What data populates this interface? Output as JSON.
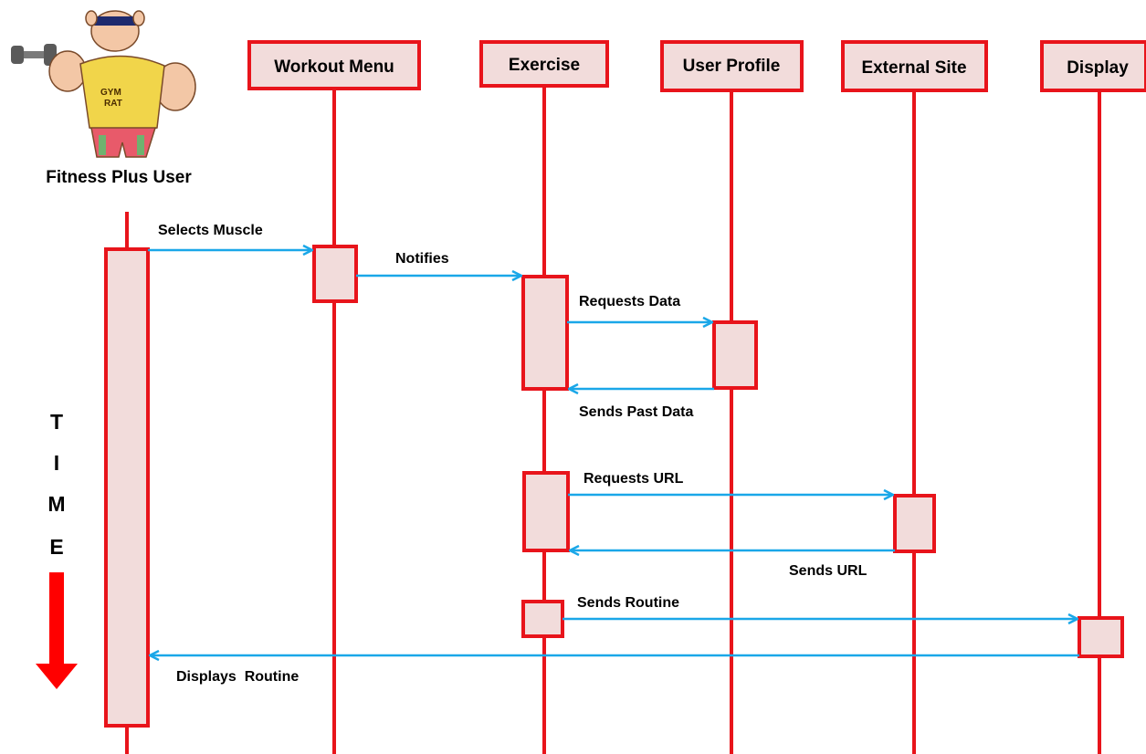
{
  "actor": {
    "label": "Fitness Plus User",
    "icon": "gym-rat-icon",
    "badge_line1": "GYM",
    "badge_line2": "RAT"
  },
  "participants": [
    {
      "id": "workout-menu",
      "label": "Workout Menu"
    },
    {
      "id": "exercise",
      "label": "Exercise"
    },
    {
      "id": "user-profile",
      "label": "User Profile"
    },
    {
      "id": "external-site",
      "label": "External Site"
    },
    {
      "id": "display",
      "label": "Display"
    }
  ],
  "messages": [
    {
      "from": "Fitness Plus User",
      "to": "Workout Menu",
      "label": "Selects Muscle"
    },
    {
      "from": "Workout Menu",
      "to": "Exercise",
      "label": "Notifies"
    },
    {
      "from": "Exercise",
      "to": "User Profile",
      "label": "Requests Data"
    },
    {
      "from": "User Profile",
      "to": "Exercise",
      "label": "Sends Past Data"
    },
    {
      "from": "Exercise",
      "to": "External Site",
      "label": "Requests URL"
    },
    {
      "from": "External Site",
      "to": "Exercise",
      "label": "Sends URL"
    },
    {
      "from": "Exercise",
      "to": "Display",
      "label": "Sends Routine"
    },
    {
      "from": "Display",
      "to": "Fitness Plus User",
      "label": "Displays  Routine"
    }
  ],
  "time_axis": {
    "letters": [
      "T",
      "I",
      "M",
      "E"
    ],
    "arrow_icon": "down-arrow-icon"
  },
  "colors": {
    "lifeline": "#e8141b",
    "box_fill": "#f2dcdb",
    "message": "#1aa7e8",
    "time_arrow": "#ff0000"
  }
}
